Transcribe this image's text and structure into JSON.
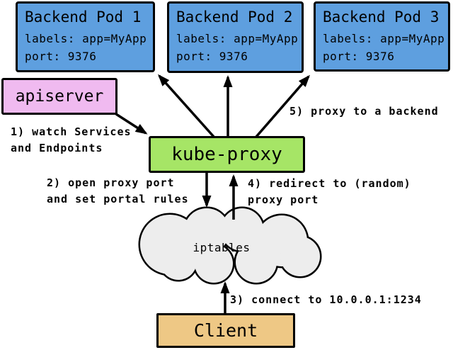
{
  "diagram": {
    "nodes": {
      "pods": [
        {
          "title": "Backend Pod 1",
          "line1": "labels: app=MyApp",
          "line2": "port: 9376"
        },
        {
          "title": "Backend Pod 2",
          "line1": "labels: app=MyApp",
          "line2": "port: 9376"
        },
        {
          "title": "Backend Pod 3",
          "line1": "labels: app=MyApp",
          "line2": "port: 9376"
        }
      ],
      "apiserver": {
        "label": "apiserver"
      },
      "kube_proxy": {
        "label": "kube-proxy"
      },
      "iptables": {
        "label": "iptables"
      },
      "client": {
        "label": "Client"
      }
    },
    "annotations": {
      "step1": "1) watch Services\nand Endpoints",
      "step2": "2) open proxy port\nand set portal rules",
      "step3": "3) connect to 10.0.0.1:1234",
      "step4": "4) redirect to (random)\nproxy port",
      "step5": "5) proxy to a backend"
    },
    "colors": {
      "pod_fill": "#5e9fdf",
      "apiserver_fill": "#f0baf0",
      "kube_proxy_fill": "#a6e566",
      "client_fill": "#eec885",
      "cloud_fill": "#ededed",
      "outline": "#000000",
      "background": "#ffffff"
    }
  }
}
